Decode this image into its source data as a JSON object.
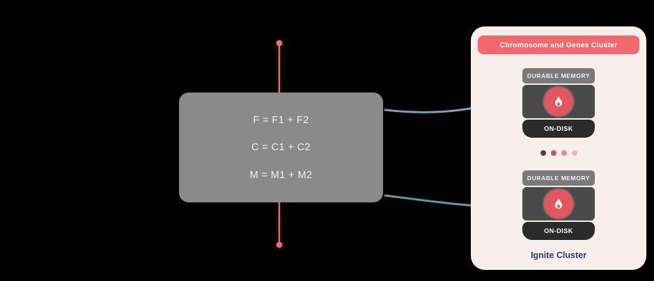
{
  "background_color": "#000000",
  "timeline": {
    "color": "#f2696d"
  },
  "formula_box": {
    "bg_color": "#8a8a8a",
    "text_color": "#efefef",
    "lines": [
      "F = F1 + F2",
      "C = C1 + C2",
      "M = M1 + M2"
    ]
  },
  "arrows": {
    "to_node_1_color": "#7d9cbb",
    "to_node_2_color": "#5f9ba3"
  },
  "cluster_panel": {
    "bg_color": "#f8efed",
    "header": {
      "label": "Chromosome and Genes Cluster",
      "bg_color": "#f2696d",
      "text_color": "#ffffff"
    },
    "nodes": [
      {
        "memory_label": "DURABLE MEMORY",
        "disk_label": "ON-DISK",
        "logo_icon": "ignite-flame-icon",
        "logo_color": "#e4565e"
      },
      {
        "memory_label": "DURABLE MEMORY",
        "disk_label": "ON-DISK",
        "logo_icon": "ignite-flame-icon",
        "logo_color": "#e4565e"
      }
    ],
    "dots_colors": [
      "#6e3434",
      "#cf5555",
      "#e08a8a",
      "#efb9b9"
    ],
    "footer_label": "Ignite Cluster",
    "footer_color": "#2d3a66"
  }
}
